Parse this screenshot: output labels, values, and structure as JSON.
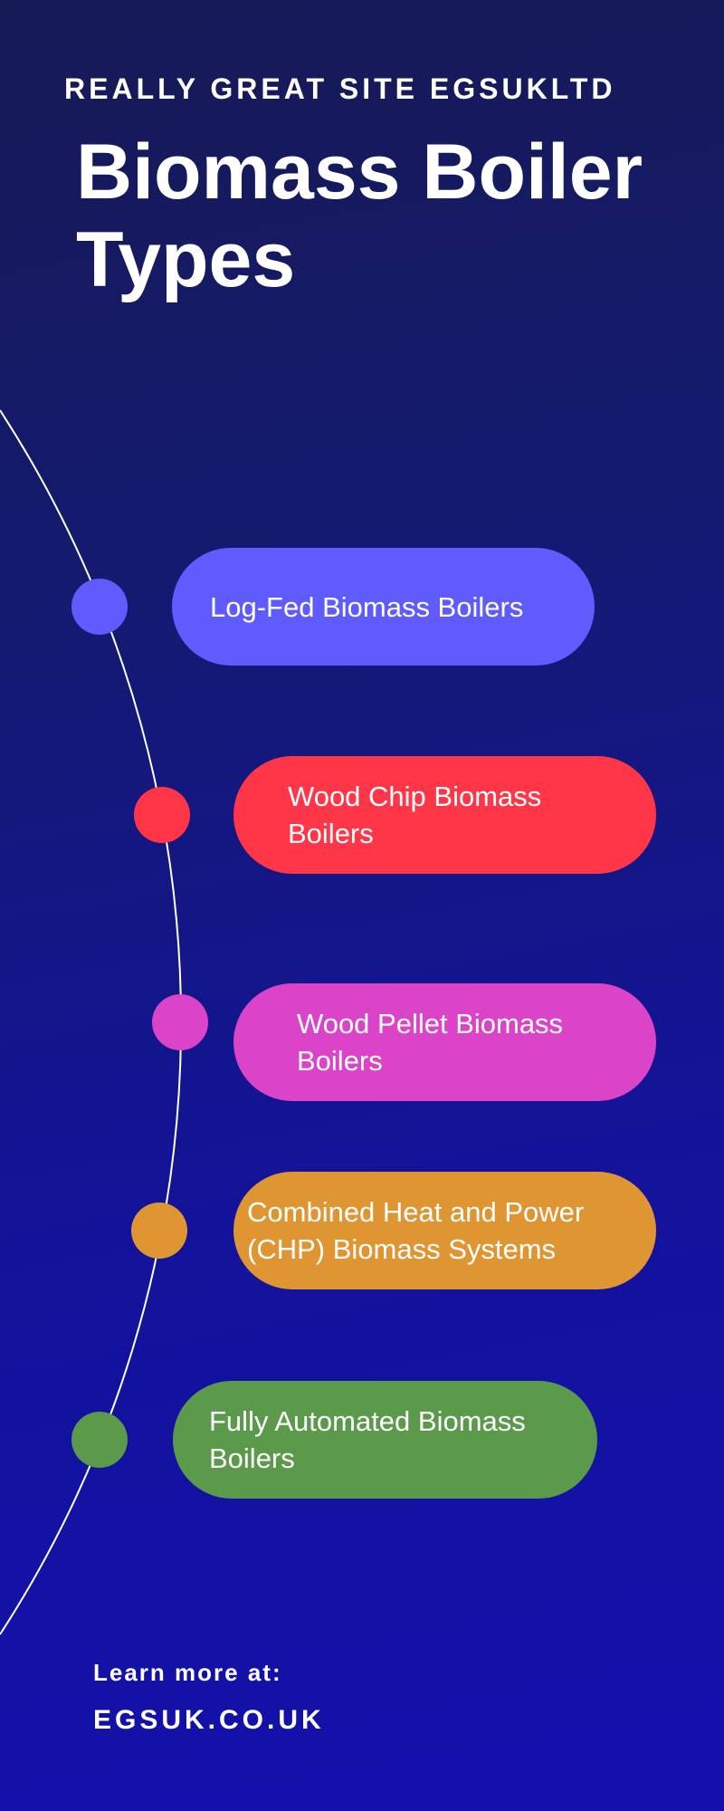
{
  "header": {
    "site": "REALLY GREAT SITE EGSUKLTD",
    "title": "Biomass Boiler Types"
  },
  "items": [
    {
      "label": "Log-Fed Biomass Boilers",
      "color": "#5f5bff"
    },
    {
      "label": "Wood Chip Biomass Boilers",
      "color": "#ff3647"
    },
    {
      "label": "Wood Pellet Biomass Boilers",
      "color": "#db44c8"
    },
    {
      "label": "Combined Heat and Power (CHP) Biomass Systems",
      "color": "#e09533"
    },
    {
      "label": "Fully Automated Biomass Boilers",
      "color": "#5a9a4a"
    }
  ],
  "footer": {
    "learn_more": "Learn more at:",
    "url": "EGSUK.CO.UK"
  }
}
